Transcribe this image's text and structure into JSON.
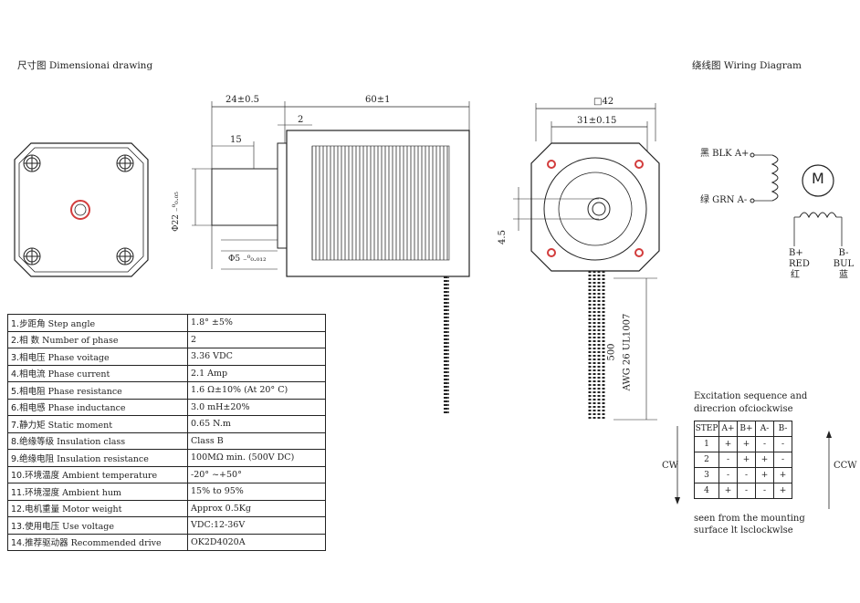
{
  "titles": {
    "dimensional": "尺寸图 Dimensionai drawing",
    "wiring": "绕线图 Wiring Diagram"
  },
  "dimensions": {
    "d24": "24±0.5",
    "d60": "60±1",
    "d2": "2",
    "d15": "15",
    "d22": "Φ22 ₋⁰₀.₀₅",
    "d5": "Φ5 ₋⁰₀.₀₁₂",
    "d42": "□42",
    "d31": "31±0.15",
    "d45": "4.5",
    "lead_len": "500",
    "lead_wire": "AWG 26 UL1007"
  },
  "wiring": {
    "a_plus": "黑 BLK A+",
    "a_minus": "绿 GRN A-",
    "motor": "M",
    "b_plus": [
      "B+",
      "RED",
      "红"
    ],
    "b_minus": [
      "B-",
      "BUL",
      "蓝"
    ]
  },
  "specs": [
    {
      "num": "1.",
      "label": "步距角 Step angle",
      "value": "1.8° ±5%"
    },
    {
      "num": "2.",
      "label": "相  数 Number of phase",
      "value": "2"
    },
    {
      "num": "3.",
      "label": "相电压 Phase voitage",
      "value": "3.36 VDC"
    },
    {
      "num": "4.",
      "label": "相电流 Phase current",
      "value": "2.1 Amp"
    },
    {
      "num": "5.",
      "label": "相电阻 Phase resistance",
      "value": "1.6 Ω±10% (At 20° C)"
    },
    {
      "num": "6.",
      "label": "相电感 Phase inductance",
      "value": "3.0 mH±20%"
    },
    {
      "num": "7.",
      "label": "静力矩 Static moment",
      "value": "0.65 N.m"
    },
    {
      "num": "8.",
      "label": "绝缘等级 Insulation class",
      "value": "Class B"
    },
    {
      "num": "9.",
      "label": "绝缘电阻 Insulation resistance",
      "value": "100MΩ min. (500V DC)"
    },
    {
      "num": "10.",
      "label": "环境温度 Ambient temperature",
      "value": "-20° ~+50°"
    },
    {
      "num": "11.",
      "label": "环境湿度 Ambient hum",
      "value": "15% to 95%"
    },
    {
      "num": "12.",
      "label": "电机重量 Motor weight",
      "value": "Approx 0.5Kg"
    },
    {
      "num": "13.",
      "label": "使用电压 Use voltage",
      "value": "VDC:12-36V"
    },
    {
      "num": "14.",
      "label": "推荐驱动器 Recommended drive",
      "value": "OK2D4020A"
    }
  ],
  "excitation": {
    "title_1": "Excitation sequence and",
    "title_2": "direcrion ofciockwise",
    "headers": [
      "STEP",
      "A+",
      "B+",
      "A-",
      "B-"
    ],
    "rows": [
      [
        "1",
        "+",
        "+",
        "-",
        "-"
      ],
      [
        "2",
        "-",
        "+",
        "+",
        "-"
      ],
      [
        "3",
        "-",
        "-",
        "+",
        "+"
      ],
      [
        "4",
        "+",
        "-",
        "-",
        "+"
      ]
    ],
    "cw": "CW",
    "ccw": "CCW",
    "note_1": "seen from the mounting",
    "note_2": "surface lt lsclockwlse"
  },
  "colors": {
    "hole": "#d23c3c"
  }
}
